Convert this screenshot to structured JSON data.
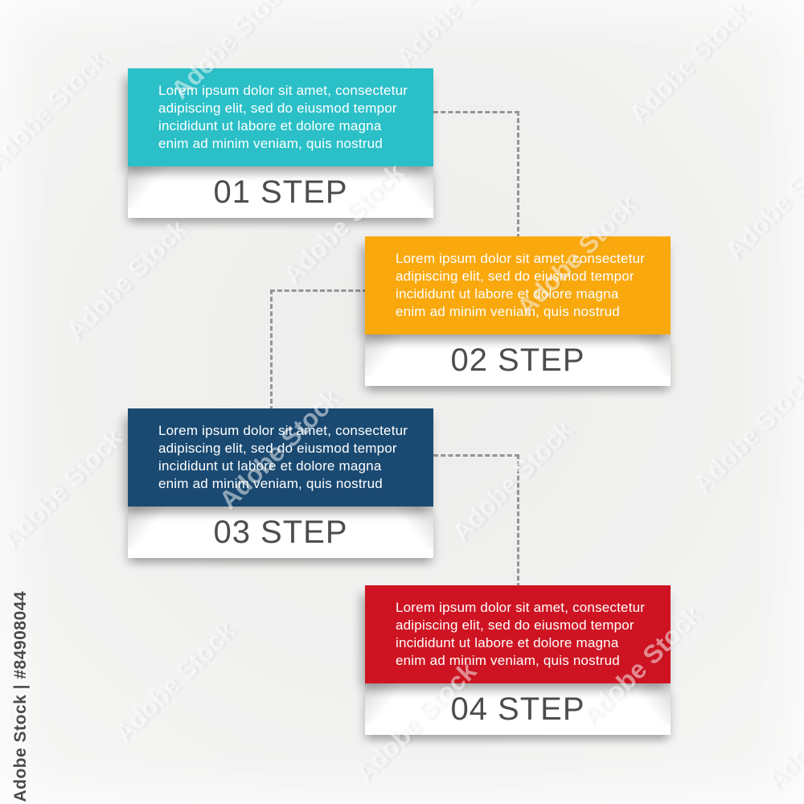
{
  "watermark": {
    "side_label": "Adobe Stock | #84908044",
    "brand": "Adobe Stock"
  },
  "colors": {
    "background": "#F1F1F0",
    "connector": "#959595",
    "step_label_text": "#4D4D4D",
    "body_text": "#FFFFFF"
  },
  "steps": [
    {
      "label": "01 STEP",
      "color": "#2BC0C8",
      "body": "Lorem ipsum dolor sit amet, consectetur adipiscing elit, sed do eiusmod tempor incididunt ut labore et dolore magna enim ad minim veniam, quis nostrud"
    },
    {
      "label": "02 STEP",
      "color": "#F9A90E",
      "body": "Lorem ipsum dolor sit amet, consectetur adipiscing elit, sed do eiusmod tempor incididunt ut labore et dolore magna enim ad minim veniam, quis nostrud"
    },
    {
      "label": "03 STEP",
      "color": "#1A4A72",
      "body": "Lorem ipsum dolor sit amet, consectetur adipiscing elit, sed do eiusmod tempor incididunt ut labore et dolore magna enim ad minim veniam, quis nostrud"
    },
    {
      "label": "04 STEP",
      "color": "#CE1422",
      "body": "Lorem ipsum dolor sit amet, consectetur adipiscing elit, sed do eiusmod tempor incididunt ut labore et dolore magna enim ad minim veniam, quis nostrud"
    }
  ]
}
